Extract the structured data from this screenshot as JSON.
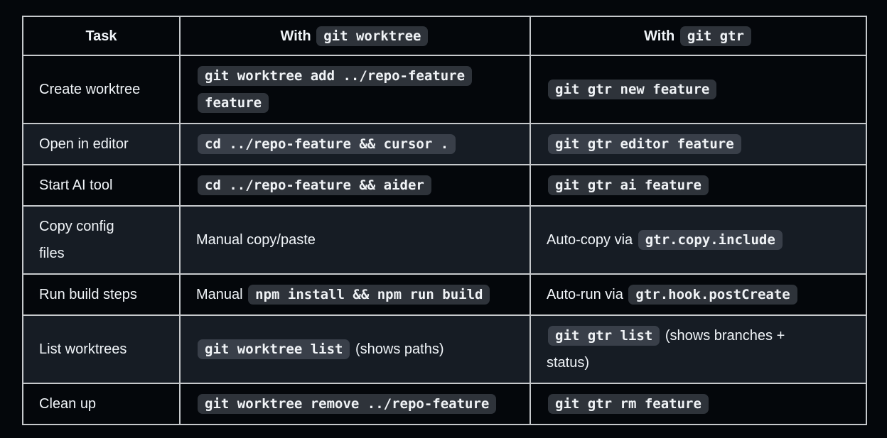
{
  "theme": {
    "background": "#04070b",
    "row_stripe": "#161c24",
    "table_border": "#c6c9cc",
    "text": "#f1f5f9",
    "inline_code_background": "#343a42",
    "inline_code_text": "#f0f3f6"
  },
  "table": {
    "columns": [
      {
        "id": "task",
        "segments": [
          {
            "type": "text",
            "text": "Task"
          }
        ]
      },
      {
        "id": "worktree",
        "segments": [
          {
            "type": "text",
            "text": "With "
          },
          {
            "type": "code",
            "text": "git worktree"
          }
        ]
      },
      {
        "id": "gtr",
        "segments": [
          {
            "type": "text",
            "text": "With "
          },
          {
            "type": "code",
            "text": "git gtr"
          }
        ]
      }
    ],
    "rows": [
      {
        "task": [
          {
            "type": "text",
            "text": "Create worktree"
          }
        ],
        "worktree": [
          {
            "type": "code",
            "text": "git worktree add ../repo-feature feature"
          }
        ],
        "gtr": [
          {
            "type": "code",
            "text": "git gtr new feature"
          }
        ]
      },
      {
        "task": [
          {
            "type": "text",
            "text": "Open in editor"
          }
        ],
        "worktree": [
          {
            "type": "code",
            "text": "cd ../repo-feature && cursor ."
          }
        ],
        "gtr": [
          {
            "type": "code",
            "text": "git gtr editor feature"
          }
        ]
      },
      {
        "task": [
          {
            "type": "text",
            "text": "Start AI tool"
          }
        ],
        "worktree": [
          {
            "type": "code",
            "text": "cd ../repo-feature && aider"
          }
        ],
        "gtr": [
          {
            "type": "code",
            "text": "git gtr ai feature"
          }
        ]
      },
      {
        "task": [
          {
            "type": "text",
            "text": "Copy config files"
          }
        ],
        "worktree": [
          {
            "type": "text",
            "text": "Manual copy/paste"
          }
        ],
        "gtr": [
          {
            "type": "text",
            "text": "Auto-copy via "
          },
          {
            "type": "code",
            "text": "gtr.copy.include"
          }
        ]
      },
      {
        "task": [
          {
            "type": "text",
            "text": "Run build steps"
          }
        ],
        "worktree": [
          {
            "type": "text",
            "text": "Manual "
          },
          {
            "type": "code",
            "text": "npm install && npm run build"
          }
        ],
        "gtr": [
          {
            "type": "text",
            "text": "Auto-run via "
          },
          {
            "type": "code",
            "text": "gtr.hook.postCreate"
          }
        ]
      },
      {
        "task": [
          {
            "type": "text",
            "text": "List worktrees"
          }
        ],
        "worktree": [
          {
            "type": "code",
            "text": "git worktree list"
          },
          {
            "type": "text",
            "text": " (shows paths)"
          }
        ],
        "gtr": [
          {
            "type": "code",
            "text": "git gtr list"
          },
          {
            "type": "text",
            "text": " (shows branches + status)"
          }
        ]
      },
      {
        "task": [
          {
            "type": "text",
            "text": "Clean up"
          }
        ],
        "worktree": [
          {
            "type": "code",
            "text": "git worktree remove ../repo-feature"
          }
        ],
        "gtr": [
          {
            "type": "code",
            "text": "git gtr rm feature"
          }
        ]
      }
    ]
  }
}
